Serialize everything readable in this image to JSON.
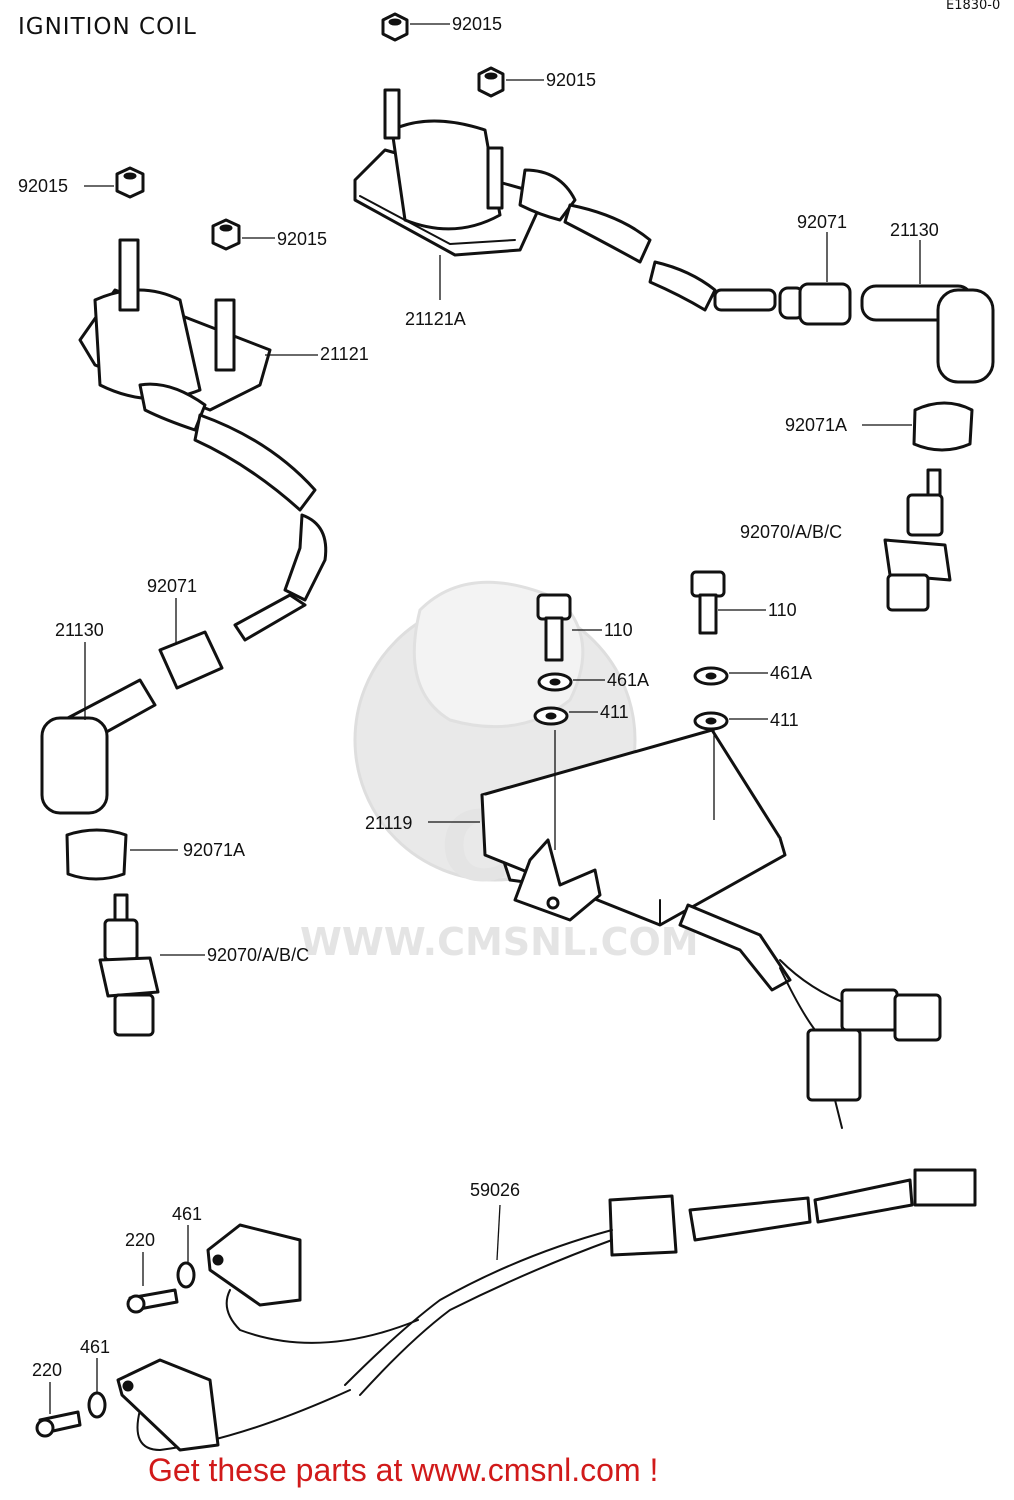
{
  "title": "IGNITION COIL",
  "diagram_code": "E1830-0",
  "watermark": {
    "logo_text": "CMS",
    "url_text": "WWW.CMSNL.COM"
  },
  "callouts": {
    "nut_top_1": "92015",
    "nut_top_2": "92015",
    "nut_left_1": "92015",
    "nut_left_2": "92015",
    "coil_left": "21121",
    "coil_right": "21121A",
    "seal_right": "92071",
    "cap_right": "21130",
    "cap_seal_right": "92071A",
    "plug_right": "92070/A/B/C",
    "seal_left": "92071",
    "cap_left": "21130",
    "cap_seal_left": "92071A",
    "plug_left": "92070/A/B/C",
    "bolt_1": "110",
    "bolt_2": "110",
    "lockwasher_1": "461A",
    "lockwasher_2": "461A",
    "washer_1": "411",
    "washer_2": "411",
    "igniter": "21119",
    "harness": "59026",
    "pickup_screw_1": "220",
    "pickup_screw_2": "220",
    "pickup_washer_1": "461",
    "pickup_washer_2": "461"
  },
  "footer": "Get these parts at www.cmsnl.com !"
}
